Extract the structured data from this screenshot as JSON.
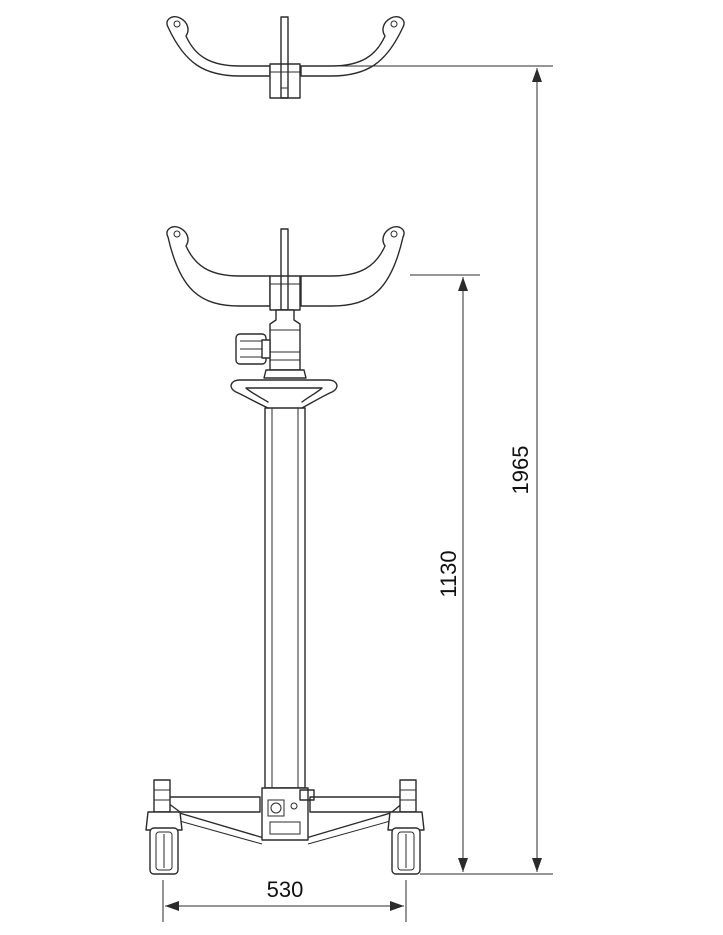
{
  "figure": {
    "type": "technical-drawing",
    "subject": "transmission-jack",
    "colors": {
      "line": "#2b2b2b",
      "text": "#111111",
      "background": "#ffffff"
    }
  },
  "dimensions": {
    "total_height": "1965",
    "column_height": "1130",
    "base_width": "530"
  }
}
